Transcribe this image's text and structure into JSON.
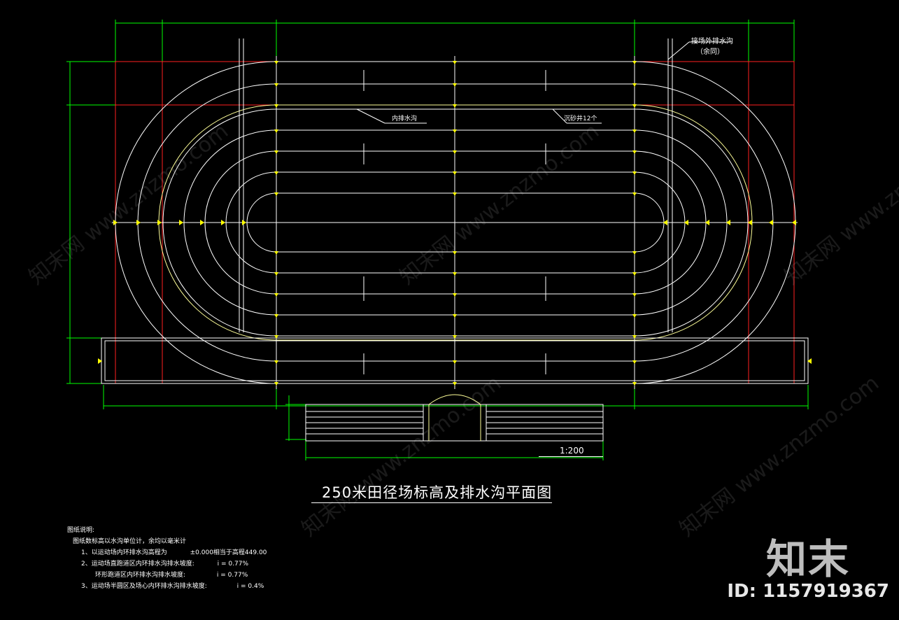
{
  "drawing": {
    "title": "250米田径场标高及排水沟平面图",
    "scale": "1:200",
    "callouts": {
      "outer_drain": "接场外排水沟",
      "outer_drain_sub": "（余同）",
      "inner_drain": "内排水沟",
      "sand_well": "沉砂井12个"
    }
  },
  "notes": {
    "heading": "图纸说明:",
    "line0": "图纸数标高以水沟单位计，余均以毫米计",
    "line1_label": "1、以运动场内环排水沟高程为",
    "line1_value": "±0.000相当于高程449.00",
    "line2_label": "2、运动场直跑道区内环排水沟排水坡度:",
    "line2_value": "i = 0.77%",
    "line3_label": "环形跑道区内环排水沟排水坡度:",
    "line3_value": "i = 0.77%",
    "line4_label": "3、运动场半圆区及场心内环排水沟排水坡度:",
    "line4_value": "i = 0.4%"
  },
  "watermark": {
    "brand": "知末",
    "id": "ID: 1157919367",
    "tile": "知末网 www.znzmo.com"
  },
  "colors": {
    "background": "#000000",
    "lines": "#ffffff",
    "boundary": "#ff2020",
    "dimension": "#00ff00",
    "markers": "#ffff00"
  }
}
